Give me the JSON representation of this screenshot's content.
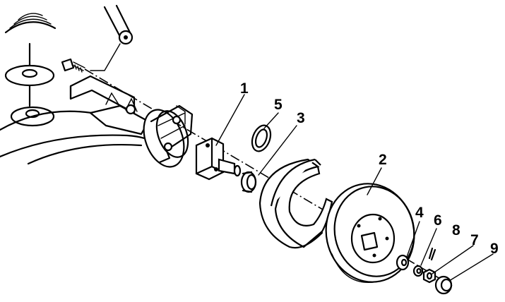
{
  "callouts": [
    {
      "id": "1",
      "label": "1",
      "part": "axle-stub-flange"
    },
    {
      "id": "2",
      "label": "2",
      "part": "brake-disc"
    },
    {
      "id": "3",
      "label": "3",
      "part": "bearing"
    },
    {
      "id": "4",
      "label": "4",
      "part": "thrust-washer"
    },
    {
      "id": "5",
      "label": "5",
      "part": "seal-ring"
    },
    {
      "id": "6",
      "label": "6",
      "part": "nut-lock"
    },
    {
      "id": "7",
      "label": "7",
      "part": "nut"
    },
    {
      "id": "8",
      "label": "8",
      "part": "cotter-pin"
    },
    {
      "id": "9",
      "label": "9",
      "part": "dust-cap"
    }
  ],
  "colors": {
    "ink": "#000000",
    "paper": "#ffffff"
  }
}
